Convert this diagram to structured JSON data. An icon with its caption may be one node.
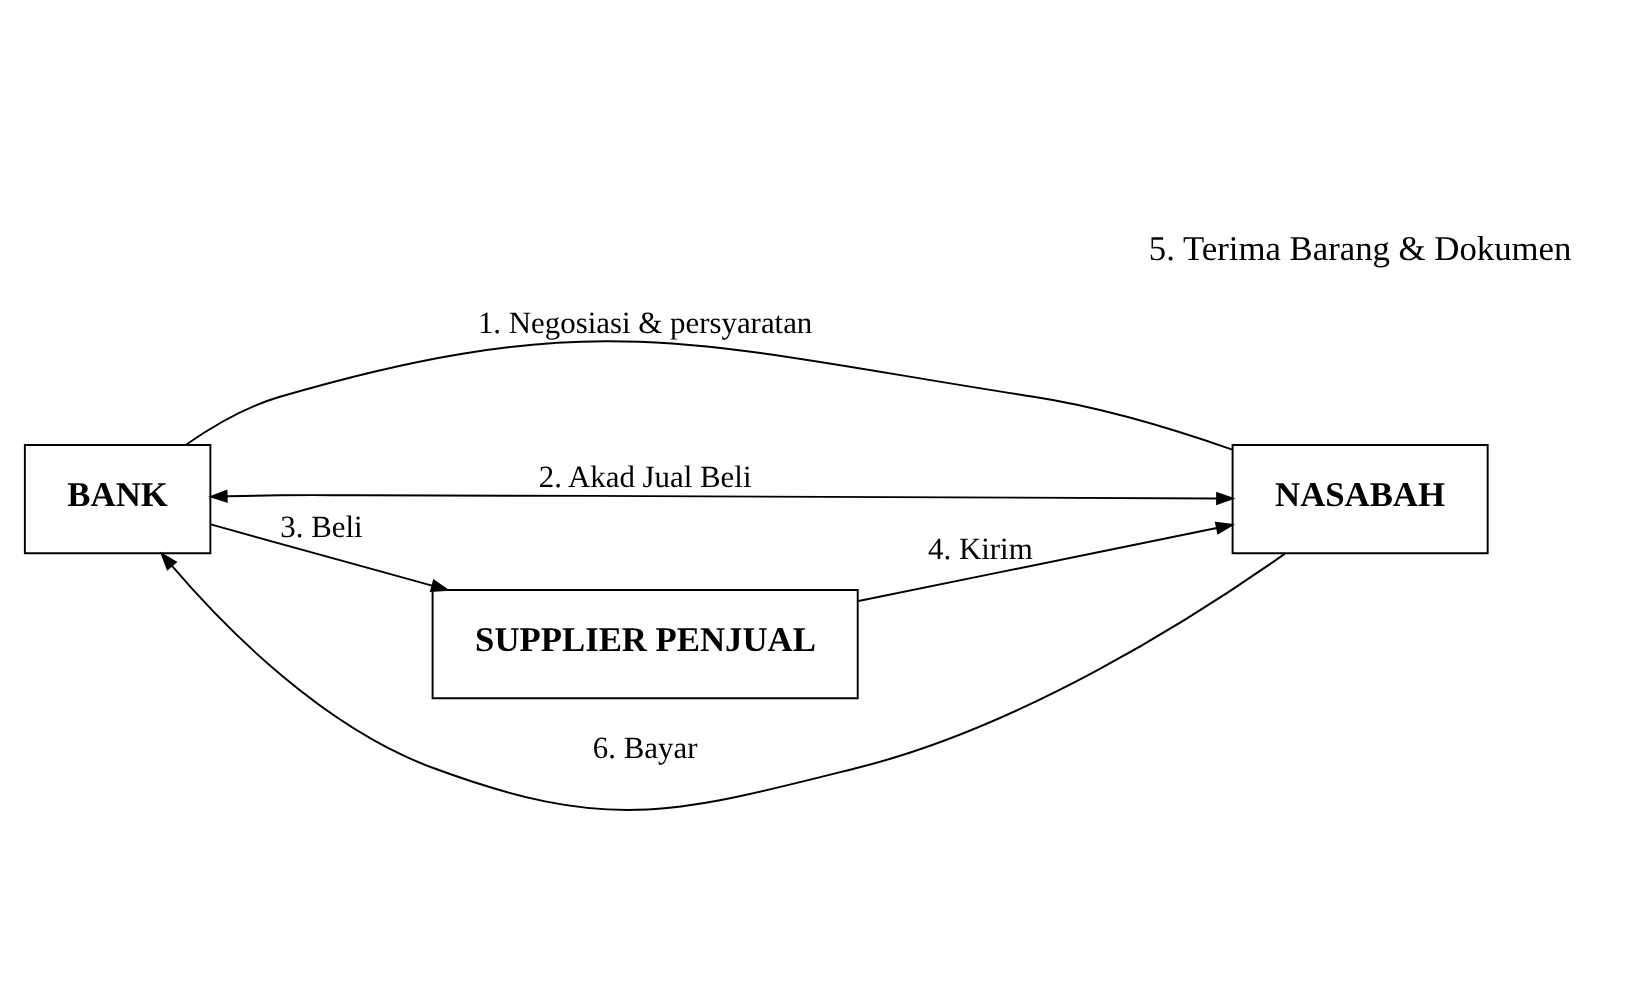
{
  "diagram": {
    "nodes": [
      {
        "text": [
          "BANK"
        ]
      },
      {
        "text": [
          "NASABAH"
        ]
      },
      {
        "text": [
          "SUPPLIER PENJUAL"
        ]
      }
    ],
    "edges": [
      {
        "from": 0,
        "to": 1,
        "arrow": "none",
        "label": "1. Negosiasi & persyaratan"
      },
      {
        "from": 0,
        "to": 1,
        "arrow": "both",
        "label": "2. Akad Jual Beli"
      },
      {
        "from": 1,
        "to": 0,
        "arrow": "to",
        "label": "6. Bayar"
      },
      {
        "from": 0,
        "to": 2,
        "arrow": "to",
        "label": "3. Beli"
      },
      {
        "from": 2,
        "to": 1,
        "arrow": "to",
        "label": "4. Kirim"
      }
    ],
    "labels": [
      "5. Terima Barang & Dokumen"
    ]
  }
}
